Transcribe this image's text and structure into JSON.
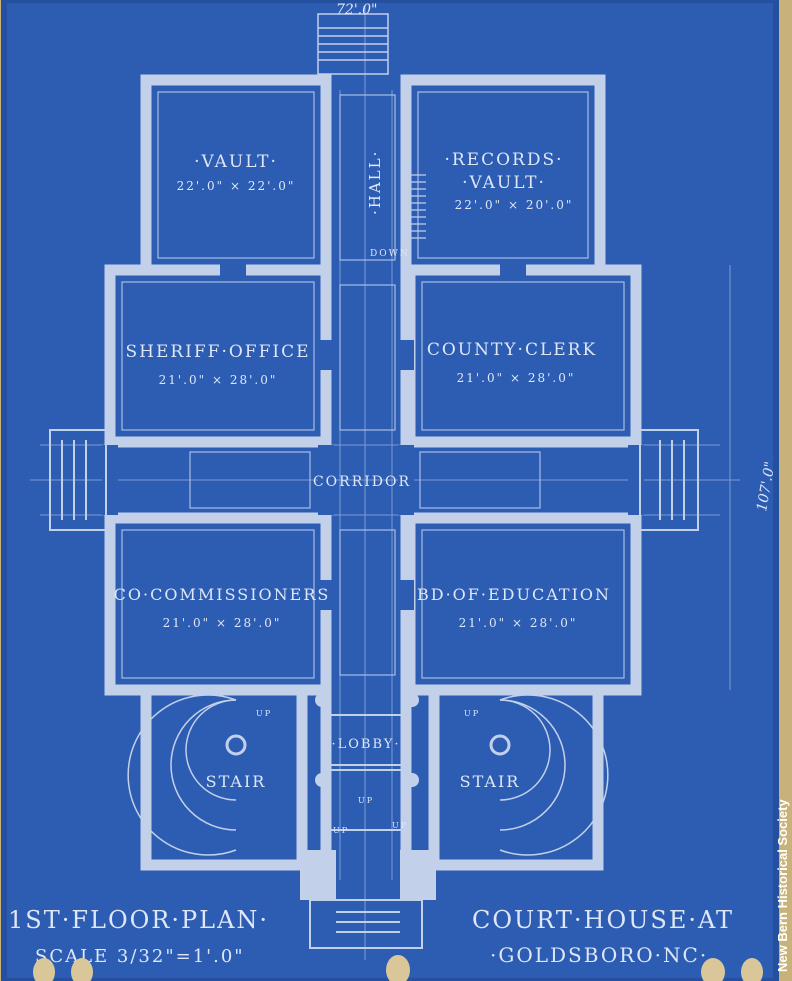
{
  "colors": {
    "paper": "#c9b27a",
    "blueprint": "#2c5db3",
    "wall": "#c3d0ea",
    "line": "#9fb6e0"
  },
  "dimensions": {
    "width": "72'.0\"",
    "depth": "107'.0\""
  },
  "rooms": {
    "vault": {
      "name": "·VAULT·",
      "size": "22'.0\" × 22'.0\""
    },
    "records_vault": {
      "name1": "·RECORDS·",
      "name2": "·VAULT·",
      "size": "22'.0\" × 20'.0\""
    },
    "hall": {
      "name": "·HALL·"
    },
    "down": {
      "name": "DOWN"
    },
    "sheriff": {
      "name": "SHERIFF·OFFICE",
      "size": "21'.0\" × 28'.0\""
    },
    "clerk": {
      "name": "COUNTY·CLERK",
      "size": "21'.0\" × 28'.0\""
    },
    "corridor": {
      "name": "CORRIDOR"
    },
    "commissioners": {
      "name": "CO·COMMISSIONERS",
      "size": "21'.0\" × 28'.0\""
    },
    "education": {
      "name": "BD·OF·EDUCATION",
      "size": "21'.0\" × 28'.0\""
    },
    "lobby": {
      "name": "·LOBBY·"
    },
    "stair_left": {
      "name": "STAIR"
    },
    "stair_right": {
      "name": "STAIR"
    },
    "up": "UP"
  },
  "title": {
    "line1": "1ST·FLOOR·PLAN·",
    "line2": "SCALE 3/32\"=1'.0\"",
    "project1": "COURT·HOUSE·AT",
    "project2": "·GOLDSBORO·NC·"
  },
  "watermark": "New Bern Historical Society"
}
